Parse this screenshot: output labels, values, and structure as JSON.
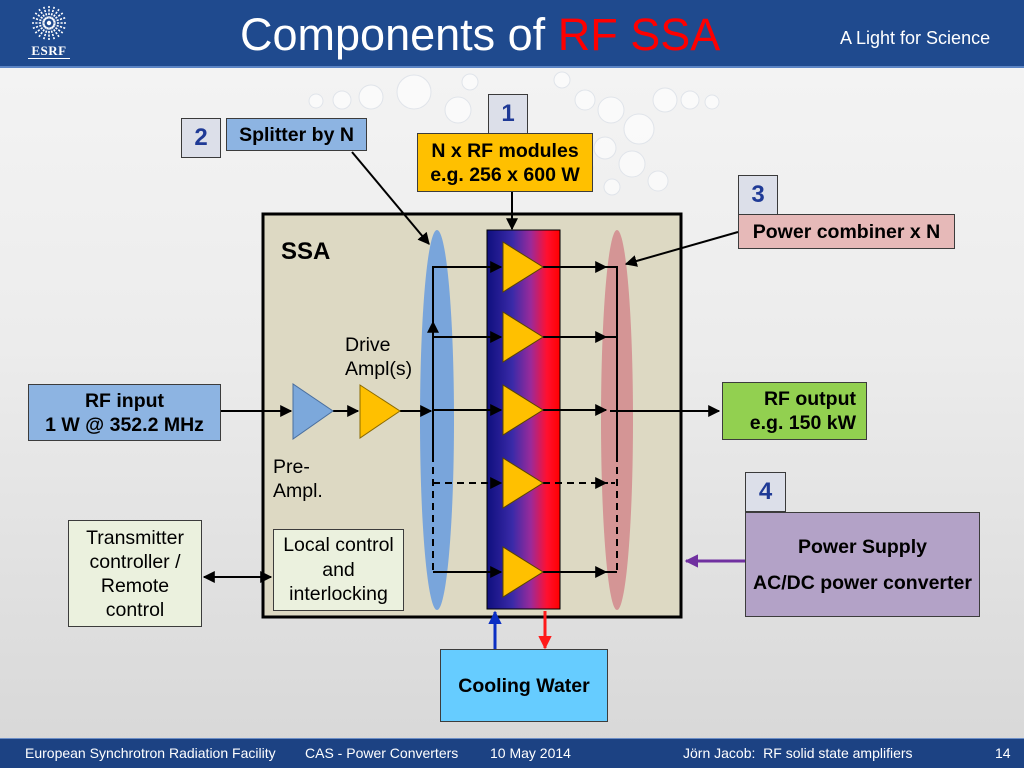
{
  "header": {
    "logo_text": "ESRF",
    "title_main": "Components of",
    "title_accent": "RF SSA",
    "tagline": "A Light for Science"
  },
  "diagram": {
    "ssa_label": "SSA",
    "rf_input": [
      "RF input",
      "1 W @ 352.2 MHz"
    ],
    "rf_output": [
      "RF output",
      "e.g. 150 kW"
    ],
    "callouts": [
      {
        "number": "1",
        "lines": [
          "N x RF modules",
          "e.g. 256 x 600 W"
        ]
      },
      {
        "number": "2",
        "lines": [
          "Splitter by N"
        ]
      },
      {
        "number": "3",
        "lines": [
          "Power combiner x N"
        ]
      },
      {
        "number": "4",
        "lines": [
          "Power Supply",
          "AC/DC power converter"
        ]
      }
    ],
    "drive_amplifier": [
      "Drive",
      "Ampl(s)"
    ],
    "pre_amplifier": [
      "Pre-",
      "Ampl."
    ],
    "transmitter_controller": [
      "Transmitter",
      "controller /",
      "Remote",
      "control"
    ],
    "local_control": [
      "Local control",
      "and",
      "interlocking"
    ],
    "cooling_water": "Cooling Water"
  },
  "footer": {
    "organization": "European Synchrotron Radiation Facility",
    "event": "CAS - Power Converters",
    "date": "10 May 2014",
    "author_topic": "Jörn Jacob:  RF solid state amplifiers",
    "page_number": "14"
  },
  "icons": {
    "logo": "esrf-sunburst-logo",
    "amplifier": "triangle-amplifier-symbol"
  },
  "colors": {
    "header_bg": "#1f4a8e",
    "footer_bg": "#1c4283",
    "title_text": "#ffffff",
    "title_accent": "#ff0000",
    "ssa_box": "#ddd9c3",
    "splitter_label": "#8db4e2",
    "splitter_shape": "#79a5db",
    "modules": "#ffc000",
    "combiner_label": "#e6b9b8",
    "combiner_shape": "#d49595",
    "rf_input": "#8db4e2",
    "rf_output": "#92d050",
    "power_supply": "#b3a2c7",
    "cooling_water": "#66ccff",
    "controller": "#ebf1de",
    "callout_number": "#1f3a96",
    "callout_number_bg": "#dcdfe9",
    "power_arrow": "#7030a0",
    "cooling_in": "#0b2fc4",
    "cooling_out": "#ff1a1a"
  }
}
